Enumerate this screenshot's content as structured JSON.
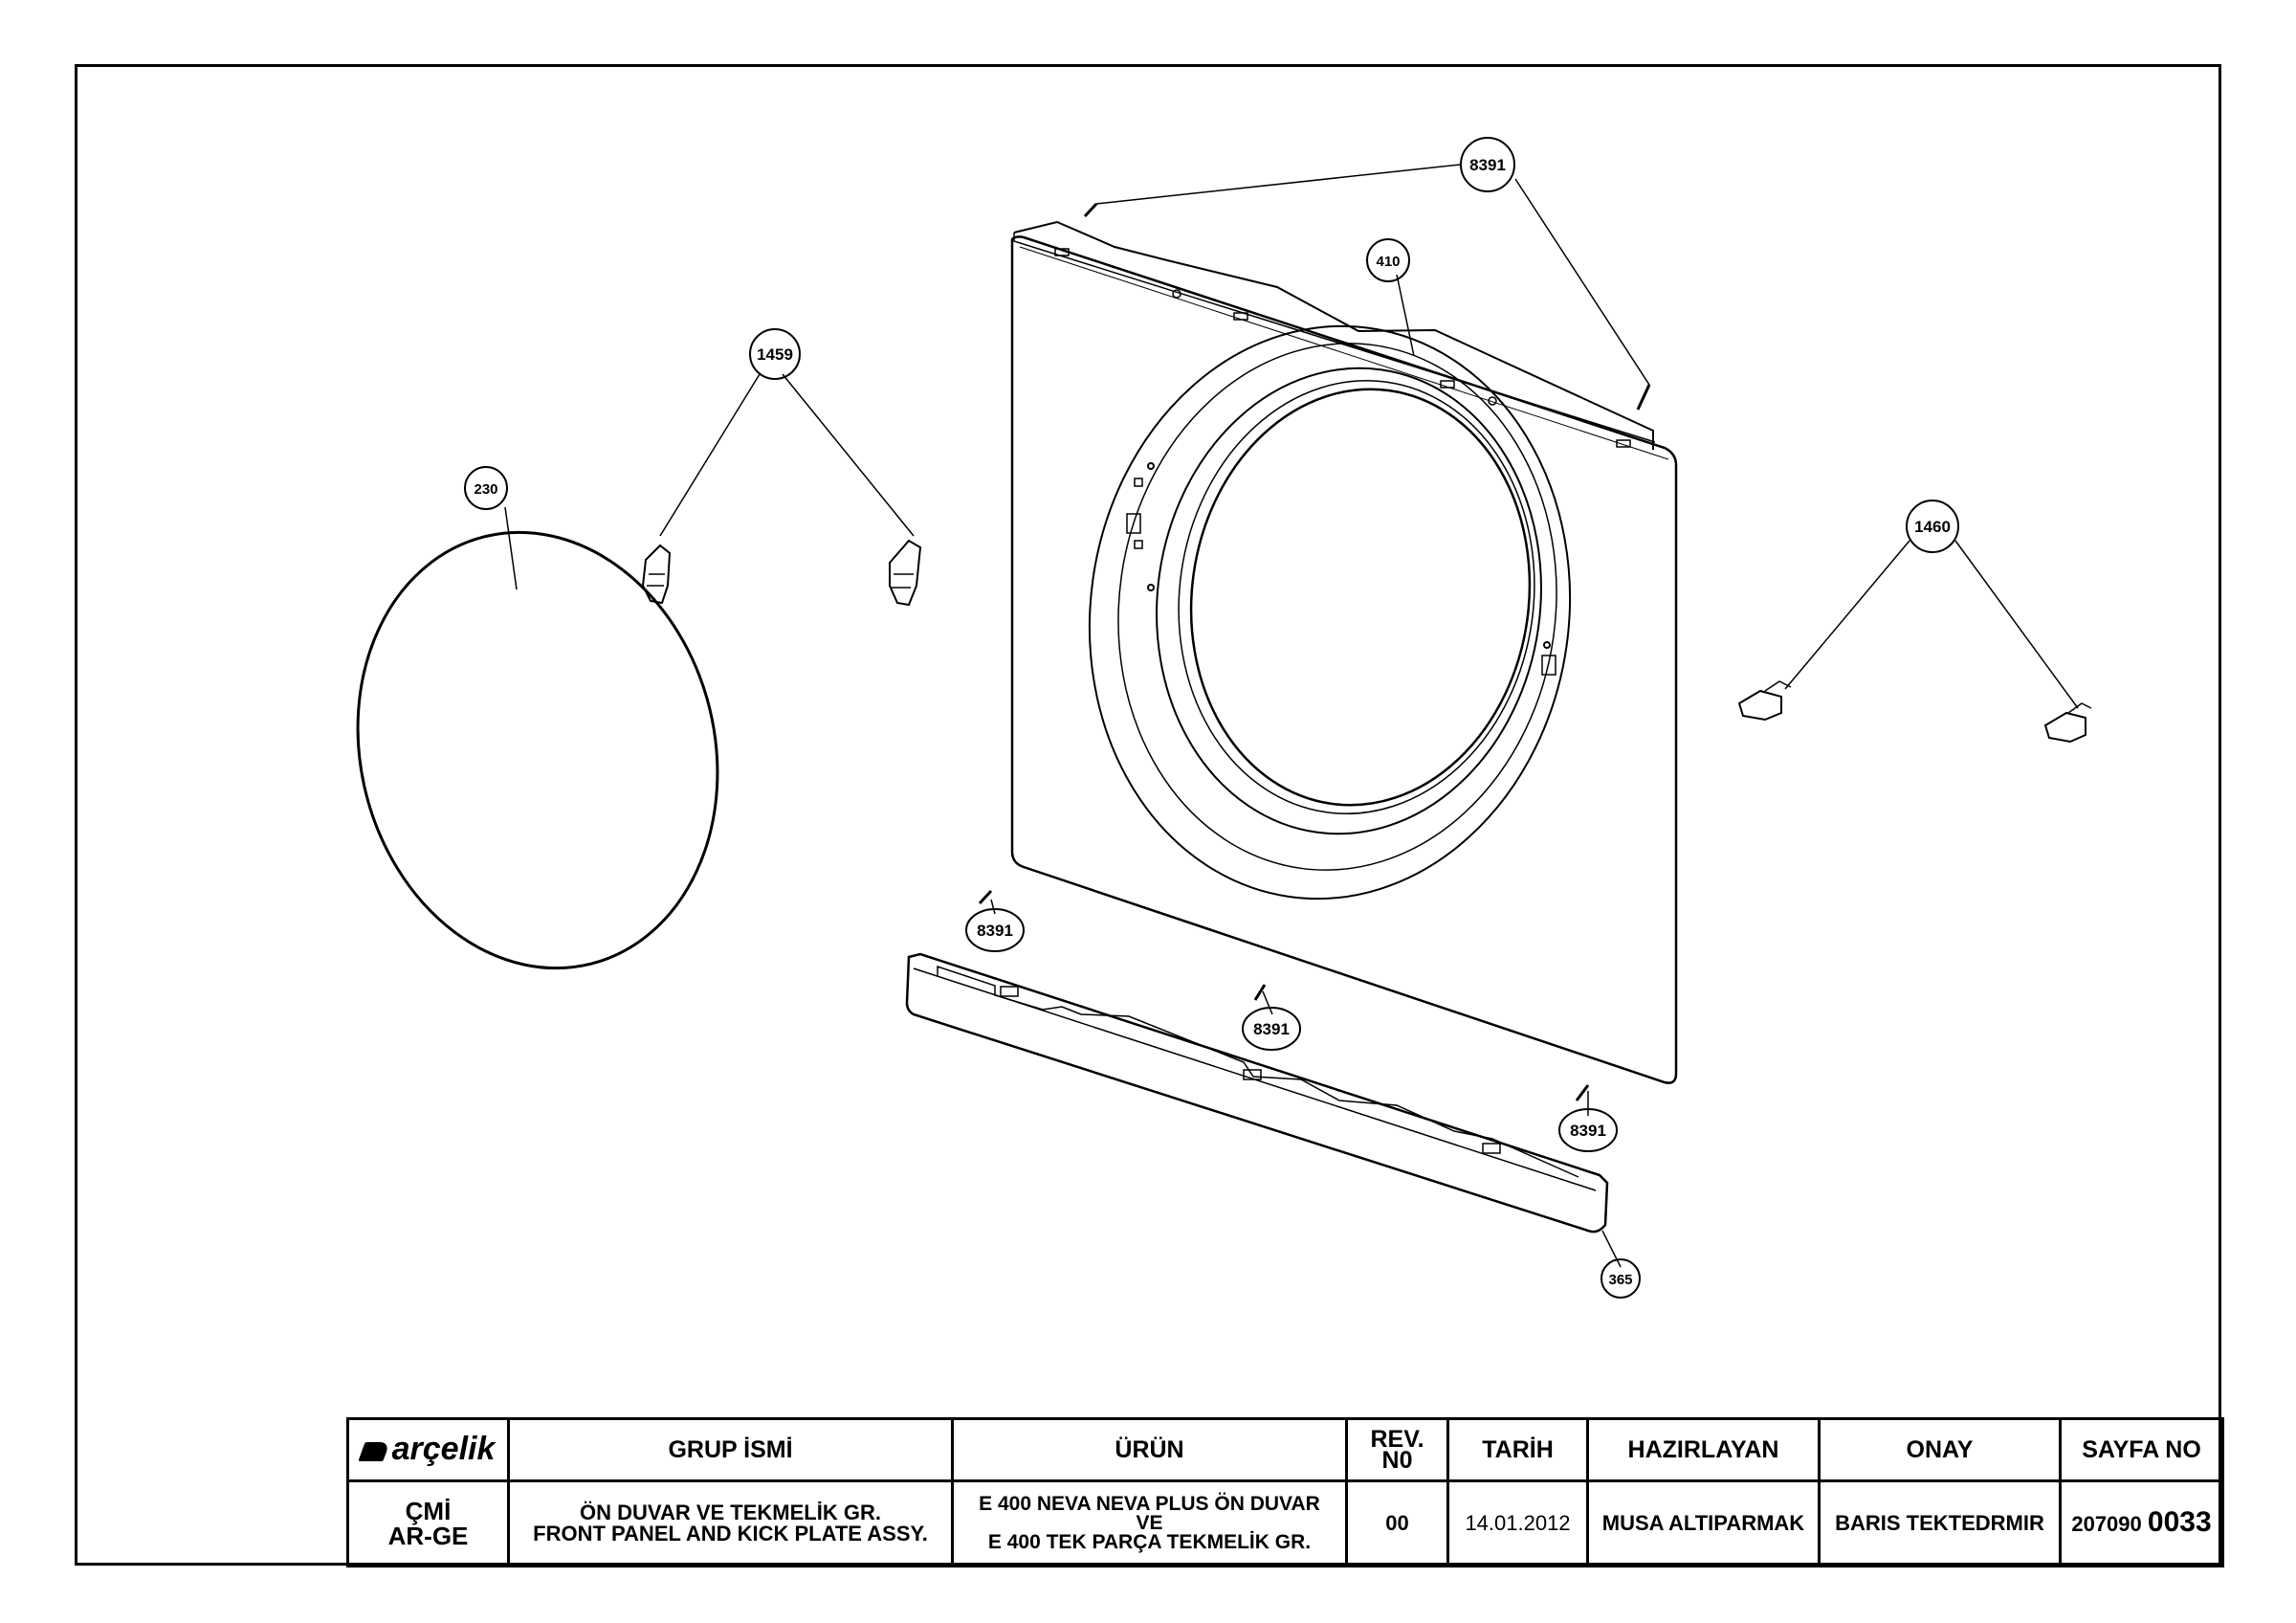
{
  "callouts": {
    "c8391_top": "8391",
    "c410": "410",
    "c1459": "1459",
    "c230": "230",
    "c1460": "1460",
    "c8391_left": "8391",
    "c8391_mid": "8391",
    "c8391_right": "8391",
    "c365": "365"
  },
  "title_block": {
    "logo": "arçelik",
    "headers": {
      "group_name": "GRUP İSMİ",
      "product": "ÜRÜN",
      "rev_line1": "REV.",
      "rev_line2": "N0",
      "date": "TARİH",
      "prepared_by": "HAZIRLAYAN",
      "approval": "ONAY",
      "page_no": "SAYFA NO"
    },
    "values": {
      "dept_line1": "ÇMİ",
      "dept_line2": "AR-GE",
      "group_line1": "ÖN DUVAR VE TEKMELİK GR.",
      "group_line2": "FRONT PANEL AND KICK PLATE ASSY.",
      "product_line1": "E 400 NEVA NEVA PLUS ÖN DUVAR",
      "product_line2": "VE",
      "product_line3": "E 400 TEK PARÇA TEKMELİK GR.",
      "rev": "00",
      "date": "14.01.2012",
      "prepared_by": "MUSA ALTIPARMAK",
      "approval": "BARIS TEKTEDRMIR",
      "page_prefix": "207090",
      "page_number": "0033"
    }
  }
}
